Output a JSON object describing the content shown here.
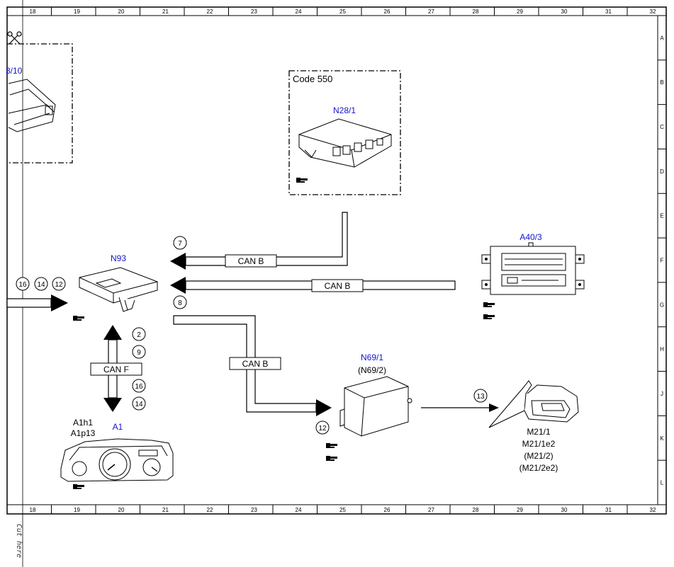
{
  "frame": {
    "column_numbers": [
      "18",
      "19",
      "20",
      "21",
      "22",
      "23",
      "24",
      "25",
      "26",
      "27",
      "28",
      "29",
      "30",
      "31",
      "32"
    ],
    "row_letters": [
      "A",
      "B",
      "C",
      "D",
      "E",
      "F",
      "G",
      "H",
      "J",
      "K",
      "L"
    ]
  },
  "cut_here": "Cut here",
  "partial_module": {
    "label": "3/10"
  },
  "code_box": {
    "code": "Code 550",
    "label": "N28/1"
  },
  "components": {
    "n93": {
      "label": "N93"
    },
    "a40_3": {
      "label": "A40/3"
    },
    "n69_1": {
      "label": "N69/1",
      "alt": "(N69/2)"
    },
    "a1": {
      "label": "A1",
      "sub1": "A1h1",
      "sub2": "A1p13"
    },
    "mirror": {
      "line1": "M21/1",
      "line2": "M21/1e2",
      "line3": "(M21/2)",
      "line4": "(M21/2e2)"
    }
  },
  "bus": {
    "can_b": "CAN B",
    "can_f": "CAN F"
  },
  "markers": {
    "m16": "16",
    "m14": "14",
    "m12": "12",
    "m7": "7",
    "m8": "8",
    "m2": "2",
    "m9": "9",
    "m16b": "16",
    "m14b": "14",
    "m12b": "12",
    "m13": "13"
  },
  "colors": {
    "label_blue": "#1414c8",
    "line": "#000000"
  }
}
